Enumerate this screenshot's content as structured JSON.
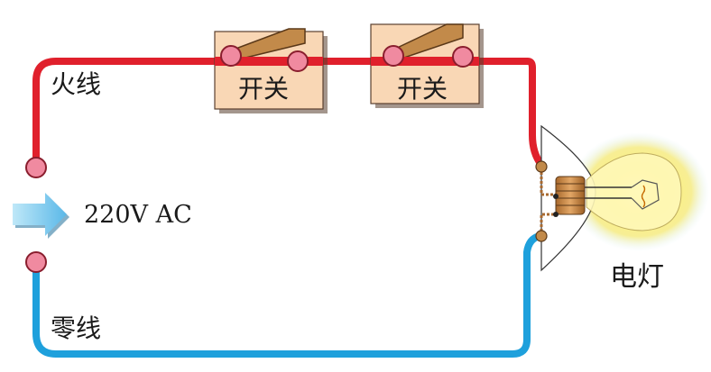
{
  "labels": {
    "live_wire": "火线",
    "neutral_wire": "零线",
    "source": "220V AC",
    "lamp": "电灯"
  },
  "switches": [
    {
      "label": "开关"
    },
    {
      "label": "开关"
    }
  ],
  "colors": {
    "live_wire": "#e0202c",
    "neutral_wire": "#1ea0dc",
    "switch_box": "#f9d7b5",
    "terminal": "#f08aa0",
    "lamp_glow": "#fff27a",
    "arrow": "#7fd0f0"
  },
  "icons": {
    "source_arrow": "arrow-right-icon",
    "lamp": "light-bulb-icon"
  }
}
